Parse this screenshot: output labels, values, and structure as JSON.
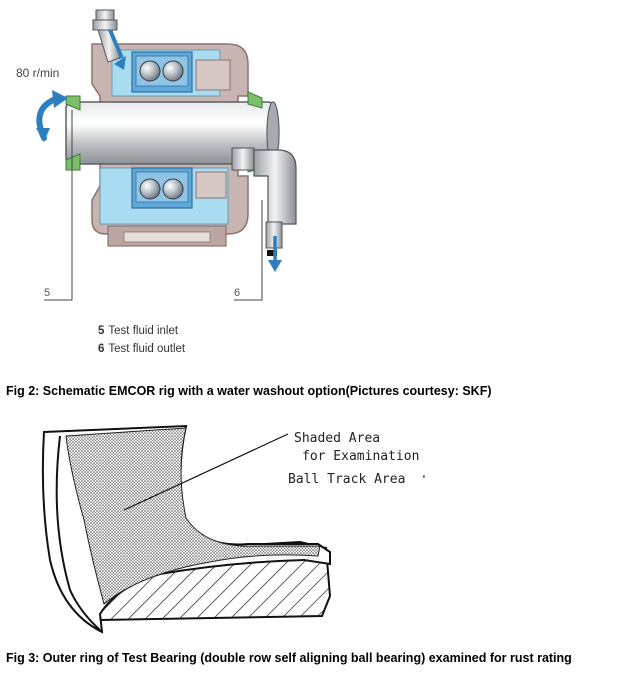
{
  "fig2": {
    "speed_label": "80 r/min",
    "callout_5": "5",
    "callout_6": "6",
    "legend": [
      {
        "num": "5",
        "text": "Test fluid inlet"
      },
      {
        "num": "6",
        "text": "Test fluid outlet"
      }
    ],
    "caption": "Fig 2: Schematic EMCOR rig with a water washout option(Pictures courtesy: SKF)"
  },
  "fig3": {
    "annotation_line1": "Shaded Area",
    "annotation_line2": "for Examination",
    "annotation_line3": "Ball Track Area",
    "caption": "Fig 3: Outer ring of Test Bearing (double row self aligning ball bearing) examined for rust rating"
  },
  "colors": {
    "housing": "#c8b4b0",
    "housing_dark": "#a8908c",
    "fluid": "#a9dcf0",
    "bearing_blue": "#5fa8d8",
    "shaft": "#c9cdd1",
    "arrow_blue": "#2e7fc0",
    "seal_green": "#7bbf6a"
  }
}
